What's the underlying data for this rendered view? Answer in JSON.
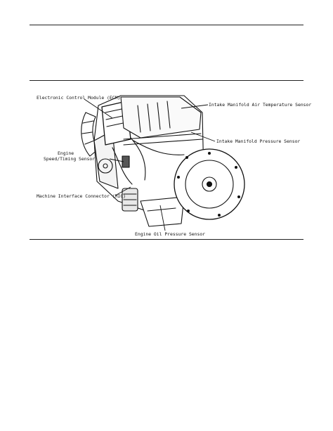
{
  "figure": {
    "labels": {
      "ecm": "Electronic Control Module (ECM)",
      "iat": "Intake Manifold Air Temperature Sensor",
      "imp": "Intake Manifold Pressure Sensor",
      "speed_line1": "Engine",
      "speed_line2": "Speed/Timing Sensor",
      "mic": "Machine Interface Connector (MIC)",
      "oil": "Engine Oil Pressure Sensor"
    },
    "colors": {
      "line": "#111111",
      "background": "#ffffff"
    }
  }
}
